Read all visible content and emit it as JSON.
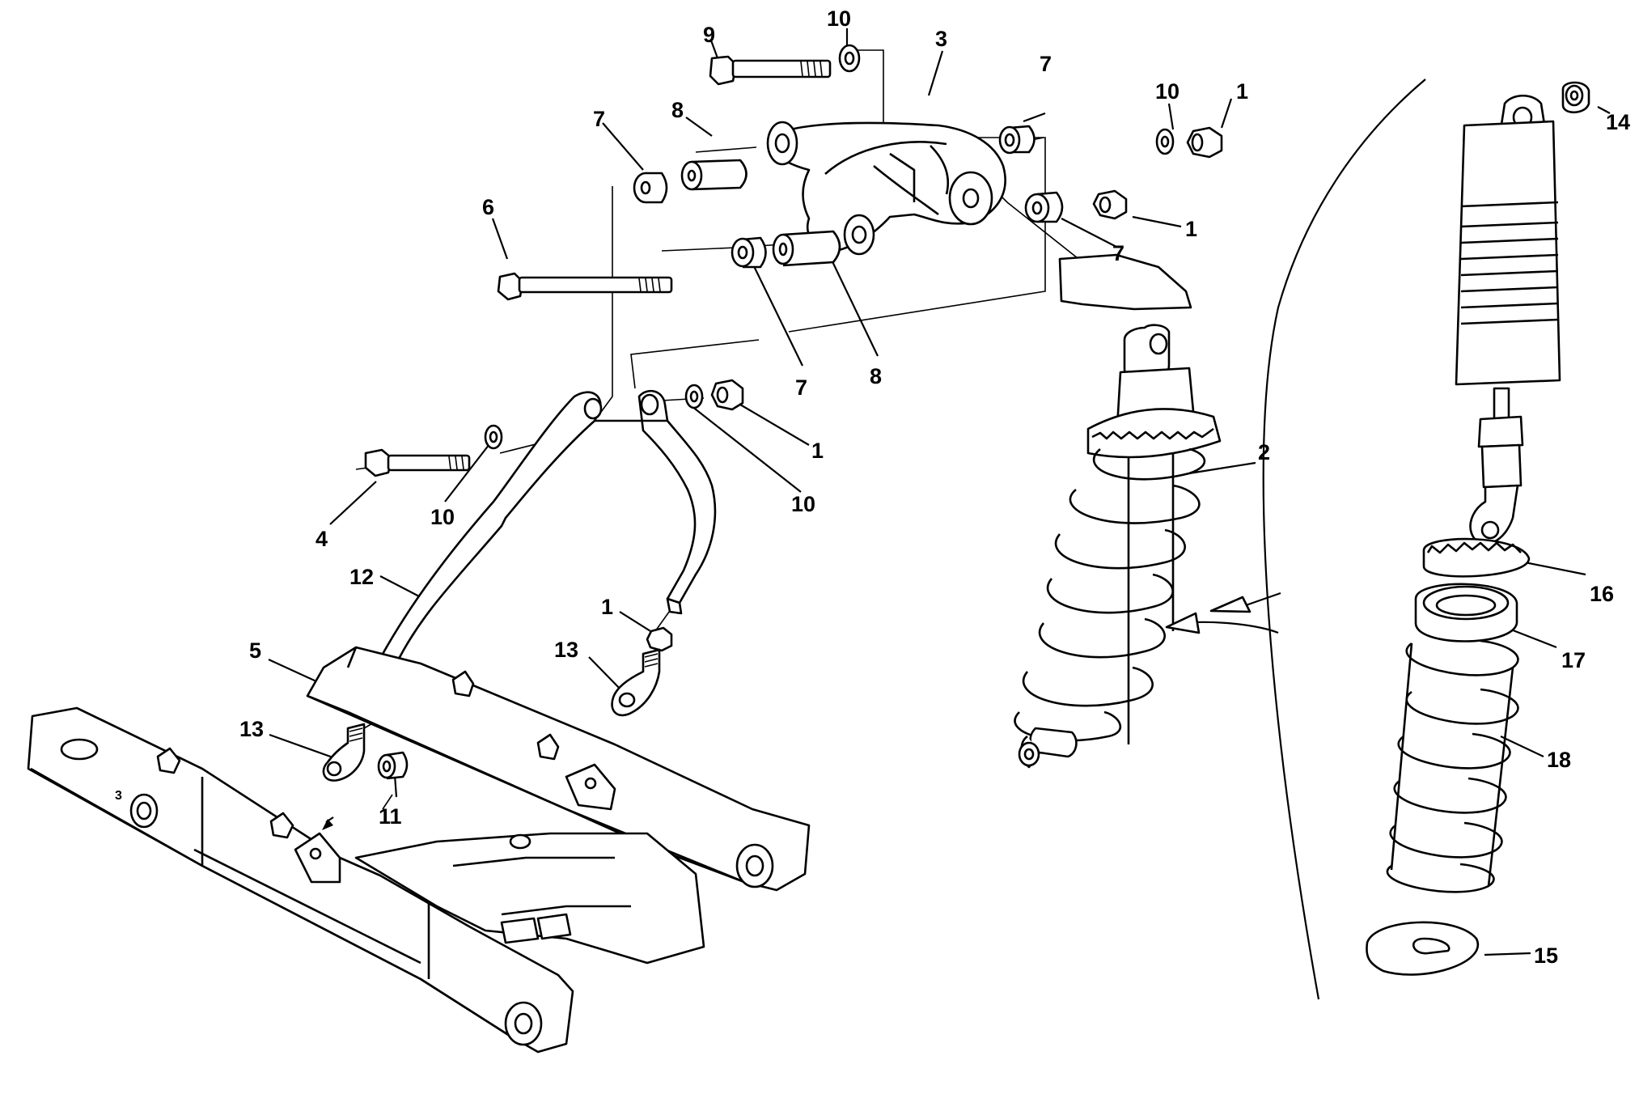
{
  "callouts": [
    {
      "label": "9"
    },
    {
      "label": "10"
    },
    {
      "label": "3"
    },
    {
      "label": "7"
    },
    {
      "label": "10"
    },
    {
      "label": "1"
    },
    {
      "label": "14"
    },
    {
      "label": "7"
    },
    {
      "label": "8"
    },
    {
      "label": "1"
    },
    {
      "label": "6"
    },
    {
      "label": "7"
    },
    {
      "label": "7"
    },
    {
      "label": "8"
    },
    {
      "label": "1"
    },
    {
      "label": "2"
    },
    {
      "label": "10"
    },
    {
      "label": "10"
    },
    {
      "label": "4"
    },
    {
      "label": "12"
    },
    {
      "label": "16"
    },
    {
      "label": "1"
    },
    {
      "label": "5"
    },
    {
      "label": "13"
    },
    {
      "label": "17"
    },
    {
      "label": "13"
    },
    {
      "label": "18"
    },
    {
      "label": "11"
    },
    {
      "label": "15"
    }
  ],
  "swingarm_mark": "3"
}
